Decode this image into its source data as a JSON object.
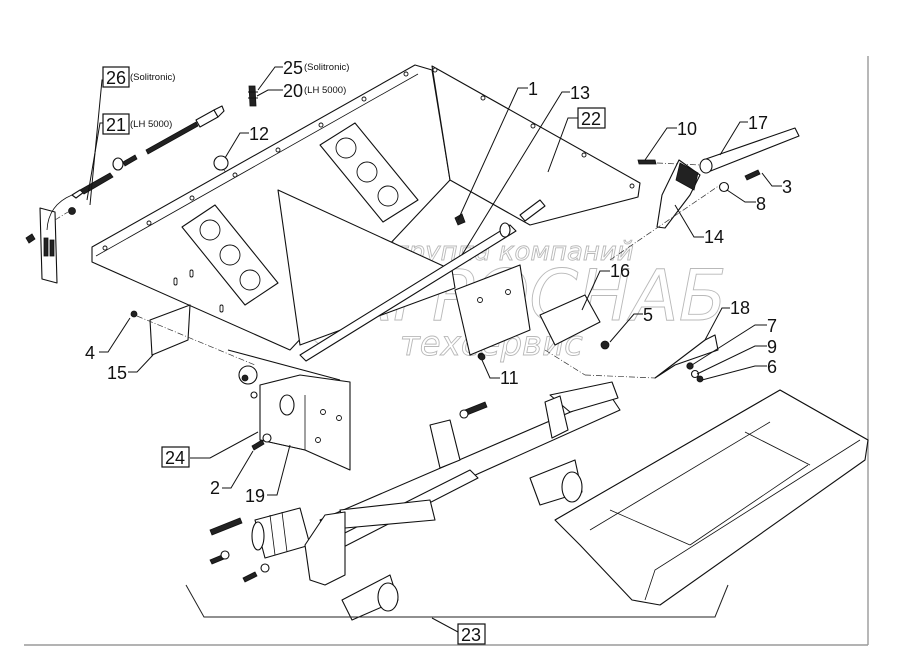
{
  "diagram": {
    "type": "exploded-parts-view",
    "callouts": [
      {
        "id": "1",
        "label": "1",
        "boxed": false,
        "note": ""
      },
      {
        "id": "2",
        "label": "2",
        "boxed": false,
        "note": ""
      },
      {
        "id": "3",
        "label": "3",
        "boxed": false,
        "note": ""
      },
      {
        "id": "4",
        "label": "4",
        "boxed": false,
        "note": ""
      },
      {
        "id": "5",
        "label": "5",
        "boxed": false,
        "note": ""
      },
      {
        "id": "6",
        "label": "6",
        "boxed": false,
        "note": ""
      },
      {
        "id": "7",
        "label": "7",
        "boxed": false,
        "note": ""
      },
      {
        "id": "8",
        "label": "8",
        "boxed": false,
        "note": ""
      },
      {
        "id": "9",
        "label": "9",
        "boxed": false,
        "note": ""
      },
      {
        "id": "10",
        "label": "10",
        "boxed": false,
        "note": ""
      },
      {
        "id": "11",
        "label": "11",
        "boxed": false,
        "note": ""
      },
      {
        "id": "12",
        "label": "12",
        "boxed": false,
        "note": ""
      },
      {
        "id": "13",
        "label": "13",
        "boxed": false,
        "note": ""
      },
      {
        "id": "14",
        "label": "14",
        "boxed": false,
        "note": ""
      },
      {
        "id": "15",
        "label": "15",
        "boxed": false,
        "note": ""
      },
      {
        "id": "16",
        "label": "16",
        "boxed": false,
        "note": ""
      },
      {
        "id": "17",
        "label": "17",
        "boxed": false,
        "note": ""
      },
      {
        "id": "18",
        "label": "18",
        "boxed": false,
        "note": ""
      },
      {
        "id": "19",
        "label": "19",
        "boxed": false,
        "note": ""
      },
      {
        "id": "20",
        "label": "20",
        "boxed": false,
        "note": "(LH 5000)"
      },
      {
        "id": "21",
        "label": "21",
        "boxed": true,
        "note": "(LH 5000)"
      },
      {
        "id": "22",
        "label": "22",
        "boxed": true,
        "note": ""
      },
      {
        "id": "23",
        "label": "23",
        "boxed": true,
        "note": ""
      },
      {
        "id": "24",
        "label": "24",
        "boxed": true,
        "note": ""
      },
      {
        "id": "25",
        "label": "25",
        "boxed": false,
        "note": "(Solitronic)"
      },
      {
        "id": "26",
        "label": "26",
        "boxed": true,
        "note": "(Solitronic)"
      }
    ]
  },
  "watermark": {
    "line1": "группа компаний",
    "line2": "АГРОСНАБ",
    "line3": "техсервис"
  }
}
